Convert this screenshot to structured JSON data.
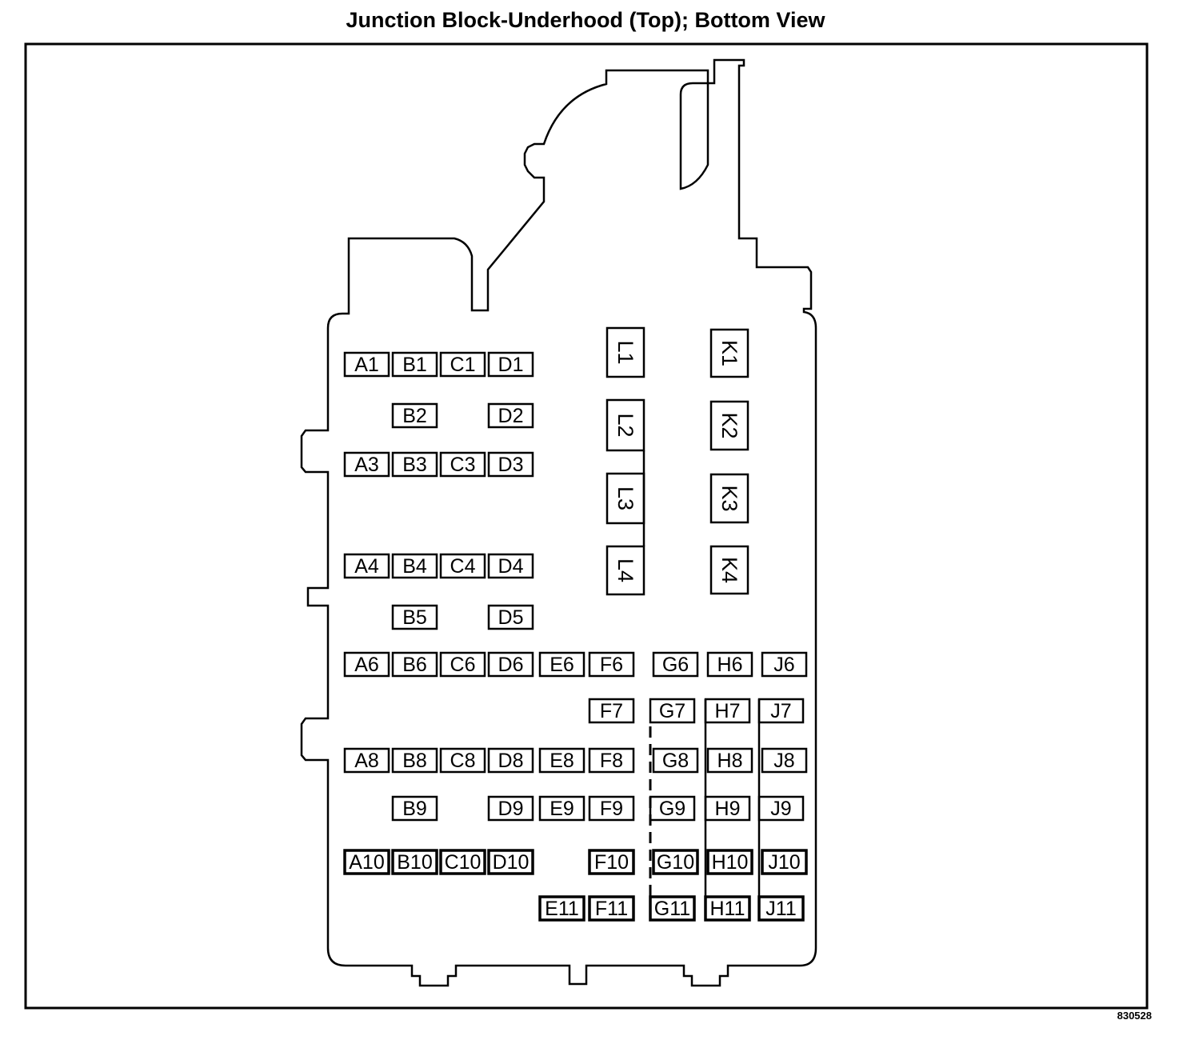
{
  "title": "Junction Block-Underhood (Top); Bottom View",
  "figure_id": "830528",
  "relays_l": [
    "L1",
    "L2",
    "L3",
    "L4"
  ],
  "relays_k": [
    "K1",
    "K2",
    "K3",
    "K4"
  ],
  "rows": [
    {
      "row": "1",
      "cells": [
        "A1",
        "B1",
        "C1",
        "D1"
      ]
    },
    {
      "row": "2",
      "cells": [
        "B2",
        "D2"
      ]
    },
    {
      "row": "3",
      "cells": [
        "A3",
        "B3",
        "C3",
        "D3"
      ]
    },
    {
      "row": "4",
      "cells": [
        "A4",
        "B4",
        "C4",
        "D4"
      ]
    },
    {
      "row": "5",
      "cells": [
        "B5",
        "D5"
      ]
    },
    {
      "row": "6",
      "cells": [
        "A6",
        "B6",
        "C6",
        "D6",
        "E6",
        "F6",
        "G6",
        "H6",
        "J6"
      ]
    },
    {
      "row": "7",
      "cells": [
        "F7",
        "G7",
        "H7",
        "J7"
      ]
    },
    {
      "row": "8",
      "cells": [
        "A8",
        "B8",
        "C8",
        "D8",
        "E8",
        "F8",
        "G8",
        "H8",
        "J8"
      ]
    },
    {
      "row": "9",
      "cells": [
        "B9",
        "D9",
        "E9",
        "F9",
        "G9",
        "H9",
        "J9"
      ]
    },
    {
      "row": "10",
      "cells": [
        "A10",
        "B10",
        "C10",
        "D10",
        "F10",
        "G10",
        "H10",
        "J10"
      ]
    },
    {
      "row": "11",
      "cells": [
        "E11",
        "F11",
        "G11",
        "H11",
        "J11"
      ]
    }
  ],
  "colors": {
    "line": "#000000",
    "background": "#ffffff"
  }
}
